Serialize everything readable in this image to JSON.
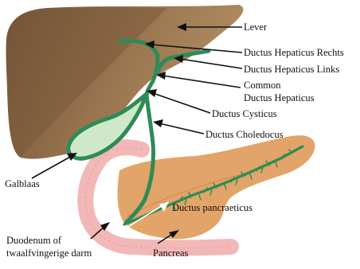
{
  "labels": {
    "lever": "Lever",
    "ductus_hepaticus_rechts": "Ductus Hepaticus Rechts",
    "ductus_hepaticus_links": "Ductus Hepaticus Links",
    "common_line1": "Common",
    "common_line2": "Ductus Hepaticus",
    "ductus_cysticus": "Ductus Cysticus",
    "ductus_choledocus": "Ductus Choledocus",
    "galblaas": "Galblaas",
    "ductus_pancraeticus": "Ductus pancraeticus",
    "duodenum_line1": "Duodenum of",
    "duodenum_line2": "twaalfvingerige darm",
    "pancreas": "Pancreas"
  },
  "colors": {
    "liver_dark": "#7a5a3a",
    "liver_light": "#a7835b",
    "gallbladder_fill": "#cfe8c8",
    "bile_duct": "#2e8b57",
    "pancreas": "#e2a468",
    "duodenum": "#f2b8b8",
    "arrow": "#111111"
  }
}
